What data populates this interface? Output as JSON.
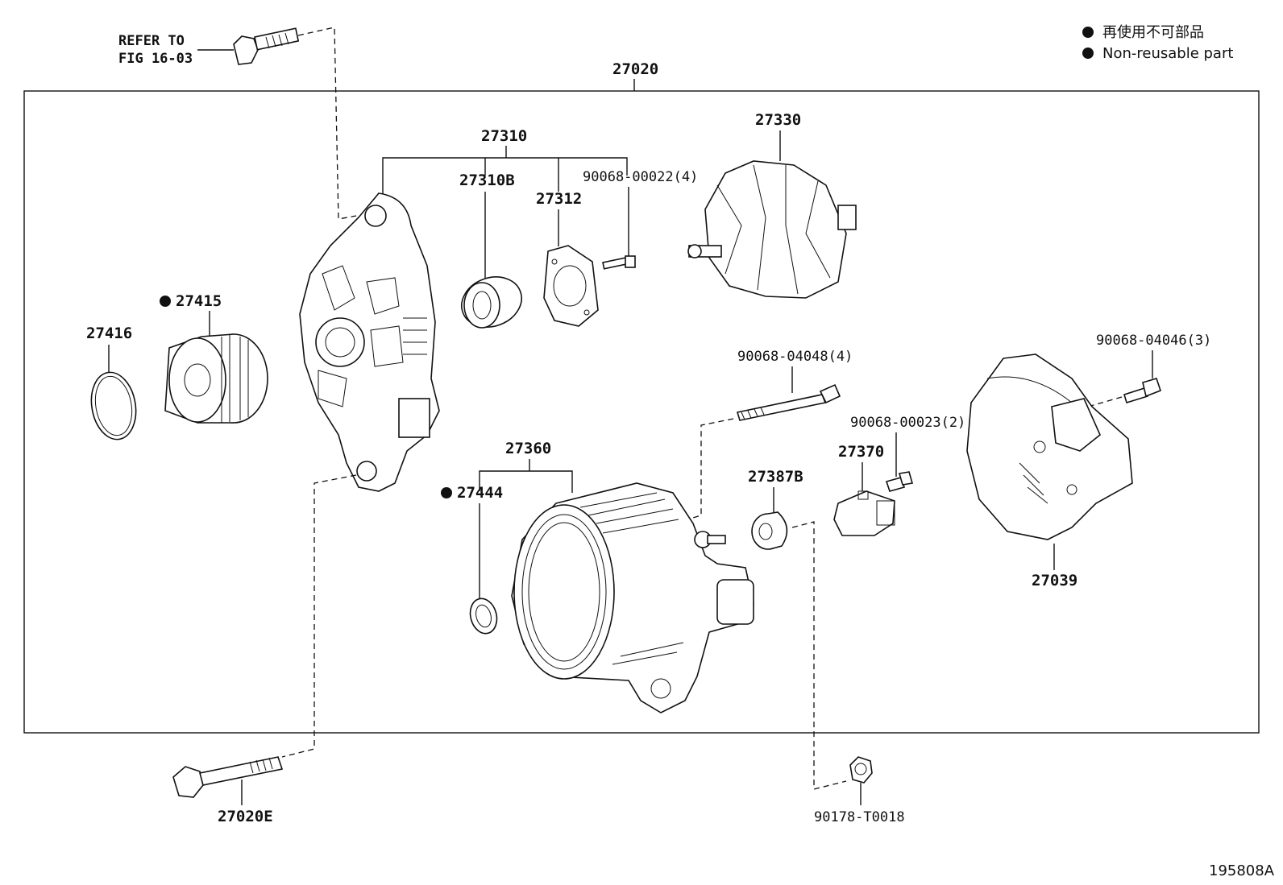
{
  "legend": {
    "dot_color": "#111111",
    "items": [
      "再使用不可部品",
      "Non-reusable part"
    ]
  },
  "refer_note": {
    "line1": "REFER TO",
    "line2": "FIG 16-03"
  },
  "labels": {
    "assembly": "27020",
    "frame_drive_end": "27310",
    "bearing": "27310B",
    "retainer": "27312",
    "retainer_screw": "90068-00022(4)",
    "rotor": "27330",
    "pulley": "27415",
    "pulley_cap": "27416",
    "stator_frame": "27360",
    "o_ring": "27444",
    "through_bolt": "90068-04048(4)",
    "insulator": "27387B",
    "brush_holder": "27370",
    "brush_screw": "90068-00023(2)",
    "rear_cover_screw": "90068-04046(3)",
    "rear_cover": "27039",
    "mount_bolt": "27020E",
    "nut": "90178-T0018"
  },
  "figure_id": "195808A"
}
